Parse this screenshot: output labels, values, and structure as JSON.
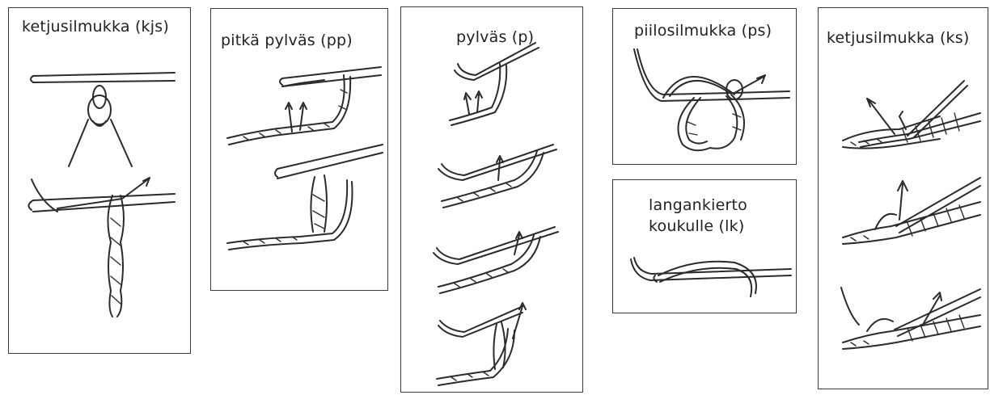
{
  "panels": [
    {
      "label": "ketjusilmukka (kjs)"
    },
    {
      "label": "pitkä pylväs (pp)"
    },
    {
      "label": "pylväs (p)"
    },
    {
      "label": "piilosilmukka (ps)"
    },
    {
      "label": "langankierto",
      "label2": "koukulle  (lk)"
    },
    {
      "label": "ketjusilmukka (ks)"
    }
  ]
}
